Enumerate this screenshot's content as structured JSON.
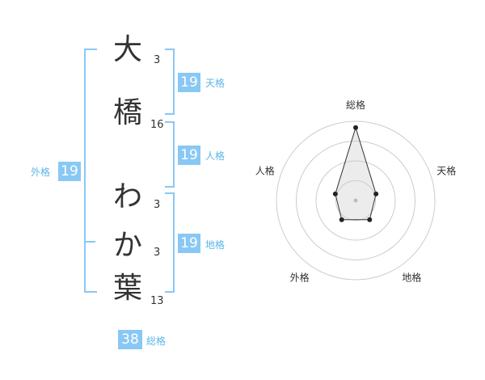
{
  "name": {
    "chars": [
      {
        "char": "大",
        "strokes": "3"
      },
      {
        "char": "橋",
        "strokes": "16"
      },
      {
        "char": "わ",
        "strokes": "3"
      },
      {
        "char": "か",
        "strokes": "3"
      },
      {
        "char": "葉",
        "strokes": "13"
      }
    ]
  },
  "fortunes": {
    "tenkaku": {
      "label": "天格",
      "value": "19"
    },
    "jinkaku": {
      "label": "人格",
      "value": "19"
    },
    "chikaku": {
      "label": "地格",
      "value": "19"
    },
    "gaikaku": {
      "label": "外格",
      "value": "19"
    },
    "soukaku": {
      "label": "総格",
      "value": "38"
    }
  },
  "colors": {
    "accent": "#89c8f5",
    "accent_text": "#5bb5e8",
    "ring": "#cccccc"
  },
  "chart_data": {
    "type": "radar",
    "axes": [
      "総格",
      "天格",
      "地格",
      "外格",
      "人格"
    ],
    "values": [
      0.92,
      0.27,
      0.3,
      0.3,
      0.27
    ],
    "rings": 4,
    "range": [
      0,
      1
    ]
  }
}
